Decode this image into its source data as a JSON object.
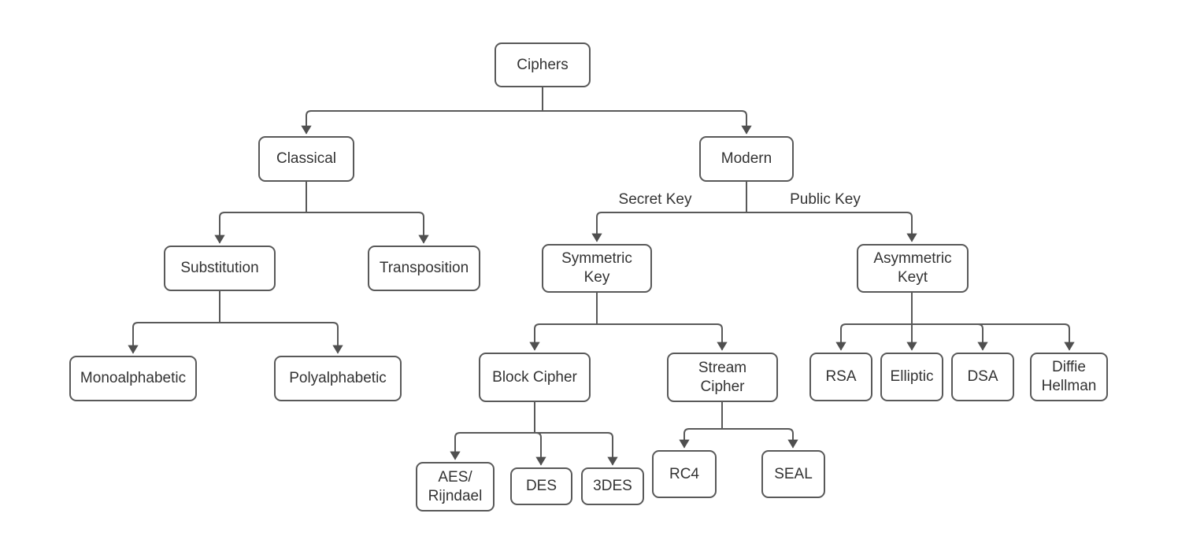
{
  "colors": {
    "box_border": "#595959",
    "connector_line": "#595959",
    "arrowhead": "#4f4f4f",
    "text": "#333333",
    "background": "#ffffff"
  },
  "nodes": {
    "ciphers": {
      "label": "Ciphers"
    },
    "classical": {
      "label": "Classical"
    },
    "modern": {
      "label": "Modern"
    },
    "substitution": {
      "label": "Substitution"
    },
    "transposition": {
      "label": "Transposition"
    },
    "symmetric_key": {
      "label": "Symmetric\nKey"
    },
    "asymmetric_keyt": {
      "label": "Asymmetric\nKeyt"
    },
    "monoalphabetic": {
      "label": "Monoalphabetic"
    },
    "polyalphabetic": {
      "label": "Polyalphabetic"
    },
    "block_cipher": {
      "label": "Block Cipher"
    },
    "stream_cipher": {
      "label": "Stream\nCipher"
    },
    "rsa": {
      "label": "RSA"
    },
    "elliptic": {
      "label": "Elliptic"
    },
    "dsa": {
      "label": "DSA"
    },
    "diffie_hellman": {
      "label": "Diffie\nHellman"
    },
    "aes_rijndael": {
      "label": "AES/\nRijndael"
    },
    "des": {
      "label": "DES"
    },
    "tdes": {
      "label": "3DES"
    },
    "rc4": {
      "label": "RC4"
    },
    "seal": {
      "label": "SEAL"
    }
  },
  "edge_labels": {
    "secret_key": "Secret Key",
    "public_key": "Public Key"
  },
  "edges": [
    {
      "from": "Ciphers",
      "to": "Classical"
    },
    {
      "from": "Ciphers",
      "to": "Modern"
    },
    {
      "from": "Classical",
      "to": "Substitution"
    },
    {
      "from": "Classical",
      "to": "Transposition"
    },
    {
      "from": "Modern",
      "to": "Symmetric Key",
      "label": "Secret Key"
    },
    {
      "from": "Modern",
      "to": "Asymmetric Keyt",
      "label": "Public Key"
    },
    {
      "from": "Substitution",
      "to": "Monoalphabetic"
    },
    {
      "from": "Substitution",
      "to": "Polyalphabetic"
    },
    {
      "from": "Symmetric Key",
      "to": "Block Cipher"
    },
    {
      "from": "Symmetric Key",
      "to": "Stream Cipher"
    },
    {
      "from": "Asymmetric Keyt",
      "to": "RSA"
    },
    {
      "from": "Asymmetric Keyt",
      "to": "Elliptic"
    },
    {
      "from": "Asymmetric Keyt",
      "to": "DSA"
    },
    {
      "from": "Asymmetric Keyt",
      "to": "Diffie Hellman"
    },
    {
      "from": "Block Cipher",
      "to": "AES/Rijndael"
    },
    {
      "from": "Block Cipher",
      "to": "DES"
    },
    {
      "from": "Block Cipher",
      "to": "3DES"
    },
    {
      "from": "Stream Cipher",
      "to": "RC4"
    },
    {
      "from": "Stream Cipher",
      "to": "SEAL"
    }
  ]
}
